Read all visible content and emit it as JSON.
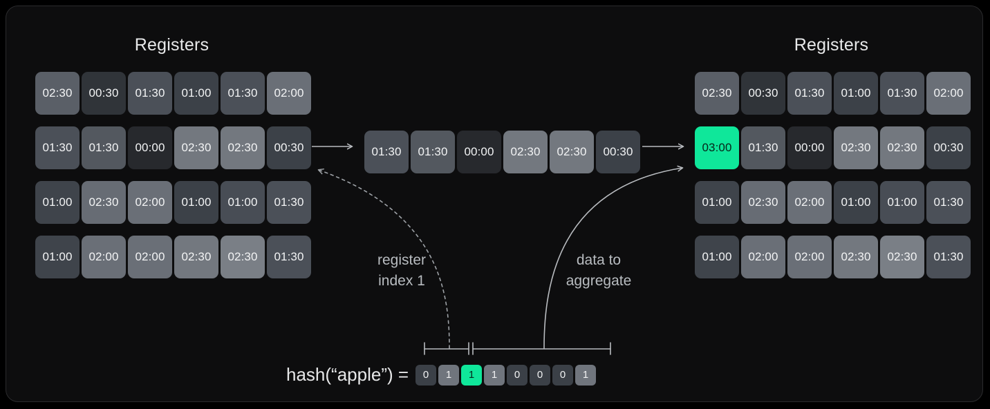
{
  "panel": {
    "background": "#0d0d0e",
    "border_color": "#2b2b2d",
    "accent_green": "#0fe79a"
  },
  "left_grid": {
    "title": "Registers",
    "rows": [
      [
        {
          "value": "02:30",
          "shade": "#5a5f67"
        },
        {
          "value": "00:30",
          "shade": "#303439"
        },
        {
          "value": "01:30",
          "shade": "#4b5058"
        },
        {
          "value": "01:00",
          "shade": "#3c4148"
        },
        {
          "value": "01:30",
          "shade": "#4b5058"
        },
        {
          "value": "02:00",
          "shade": "#6a6f77"
        }
      ],
      [
        {
          "value": "01:30",
          "shade": "#4b5058"
        },
        {
          "value": "01:30",
          "shade": "#53585f"
        },
        {
          "value": "00:00",
          "shade": "#27292d"
        },
        {
          "value": "02:30",
          "shade": "#73787f"
        },
        {
          "value": "02:30",
          "shade": "#73787f"
        },
        {
          "value": "00:30",
          "shade": "#3c4148"
        }
      ],
      [
        {
          "value": "01:00",
          "shade": "#3f444b"
        },
        {
          "value": "02:30",
          "shade": "#676c74"
        },
        {
          "value": "02:00",
          "shade": "#6a6f77"
        },
        {
          "value": "01:00",
          "shade": "#3c4148"
        },
        {
          "value": "01:00",
          "shade": "#484d55"
        },
        {
          "value": "01:30",
          "shade": "#4b5058"
        }
      ],
      [
        {
          "value": "01:00",
          "shade": "#3f444b"
        },
        {
          "value": "02:00",
          "shade": "#6a6f77"
        },
        {
          "value": "02:00",
          "shade": "#6a6f77"
        },
        {
          "value": "02:30",
          "shade": "#73787f"
        },
        {
          "value": "02:30",
          "shade": "#7a7f86"
        },
        {
          "value": "01:30",
          "shade": "#4b5058"
        }
      ]
    ]
  },
  "right_grid": {
    "title": "Registers",
    "rows": [
      [
        {
          "value": "02:30",
          "shade": "#5a5f67"
        },
        {
          "value": "00:30",
          "shade": "#303439"
        },
        {
          "value": "01:30",
          "shade": "#4b5058"
        },
        {
          "value": "01:00",
          "shade": "#3c4148"
        },
        {
          "value": "01:30",
          "shade": "#4b5058"
        },
        {
          "value": "02:00",
          "shade": "#6a6f77"
        }
      ],
      [
        {
          "value": "03:00",
          "shade": "#0fe79a",
          "highlight": true
        },
        {
          "value": "01:30",
          "shade": "#53585f"
        },
        {
          "value": "00:00",
          "shade": "#27292d"
        },
        {
          "value": "02:30",
          "shade": "#73787f"
        },
        {
          "value": "02:30",
          "shade": "#73787f"
        },
        {
          "value": "00:30",
          "shade": "#3c4148"
        }
      ],
      [
        {
          "value": "01:00",
          "shade": "#3f444b"
        },
        {
          "value": "02:30",
          "shade": "#676c74"
        },
        {
          "value": "02:00",
          "shade": "#6a6f77"
        },
        {
          "value": "01:00",
          "shade": "#3c4148"
        },
        {
          "value": "01:00",
          "shade": "#484d55"
        },
        {
          "value": "01:30",
          "shade": "#4b5058"
        }
      ],
      [
        {
          "value": "01:00",
          "shade": "#3f444b"
        },
        {
          "value": "02:00",
          "shade": "#6a6f77"
        },
        {
          "value": "02:00",
          "shade": "#6a6f77"
        },
        {
          "value": "02:30",
          "shade": "#73787f"
        },
        {
          "value": "02:30",
          "shade": "#7a7f86"
        },
        {
          "value": "01:30",
          "shade": "#4b5058"
        }
      ]
    ]
  },
  "middle_row": {
    "cells": [
      {
        "value": "01:30",
        "shade": "#4b5058"
      },
      {
        "value": "01:30",
        "shade": "#53585f"
      },
      {
        "value": "00:00",
        "shade": "#27292d"
      },
      {
        "value": "02:30",
        "shade": "#73787f"
      },
      {
        "value": "02:30",
        "shade": "#73787f"
      },
      {
        "value": "00:30",
        "shade": "#3c4148"
      }
    ]
  },
  "annotations": {
    "register_index": "register\nindex 1",
    "data_to_aggregate": "data to\naggregate"
  },
  "hash": {
    "label": "hash(“apple”)  =",
    "bits": [
      {
        "value": "0",
        "bit": 0
      },
      {
        "value": "1",
        "bit": 1
      },
      {
        "value": "1",
        "bit": 1,
        "highlight": true
      },
      {
        "value": "1",
        "bit": 1
      },
      {
        "value": "0",
        "bit": 0
      },
      {
        "value": "0",
        "bit": 0
      },
      {
        "value": "0",
        "bit": 0
      },
      {
        "value": "1",
        "bit": 1
      }
    ]
  }
}
